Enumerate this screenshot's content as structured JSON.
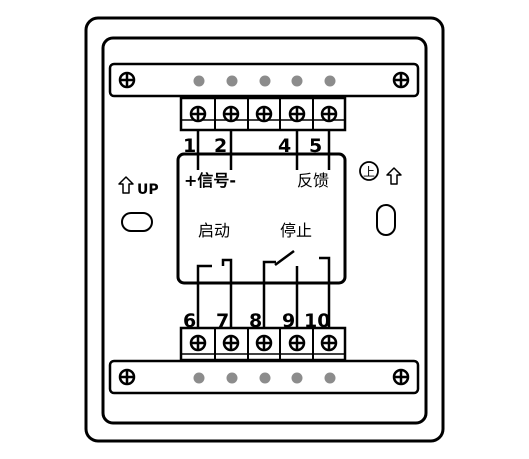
{
  "colors": {
    "stroke": "#000000",
    "dot": "#8c8c8c",
    "background": "#ffffff"
  },
  "icons": {
    "screw": "mounting-screw-icon",
    "terminal": "terminal-screw-icon",
    "up_arrow": "up-arrow-icon",
    "up_badge": "circled-up-icon"
  },
  "top_terminals": [
    "1",
    "2",
    "4",
    "5"
  ],
  "bottom_terminals": [
    "6",
    "7",
    "8",
    "9",
    "10"
  ],
  "labels": {
    "signal": "+信号-",
    "feedback": "反馈",
    "start": "启动",
    "stop": "停止",
    "up_left": "UP",
    "up_right": "上"
  }
}
